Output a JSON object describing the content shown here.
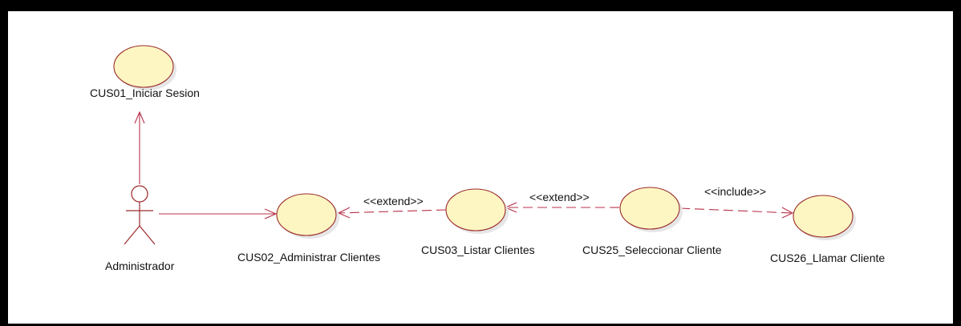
{
  "actor": {
    "name": "Administrador"
  },
  "use_cases": [
    {
      "id": "uc1",
      "label": "CUS01_Iniciar Sesion"
    },
    {
      "id": "uc2",
      "label": "CUS02_Administrar Clientes"
    },
    {
      "id": "uc3",
      "label": "CUS03_Listar Clientes"
    },
    {
      "id": "uc4",
      "label": "CUS25_Seleccionar Cliente"
    },
    {
      "id": "uc5",
      "label": "CUS26_Llamar Cliente"
    }
  ],
  "relations": [
    {
      "from": "actor",
      "to": "uc1",
      "stereotype": ""
    },
    {
      "from": "actor",
      "to": "uc2",
      "stereotype": ""
    },
    {
      "from": "uc3",
      "to": "uc2",
      "stereotype": "<<extend>>"
    },
    {
      "from": "uc4",
      "to": "uc3",
      "stereotype": "<<extend>>"
    },
    {
      "from": "uc4",
      "to": "uc5",
      "stereotype": "<<include>>"
    }
  ],
  "colors": {
    "usecase_fill": "#fdf6c3",
    "usecase_stroke": "#9b2a2a",
    "edge": "#b8314a",
    "frame": "#000000"
  }
}
